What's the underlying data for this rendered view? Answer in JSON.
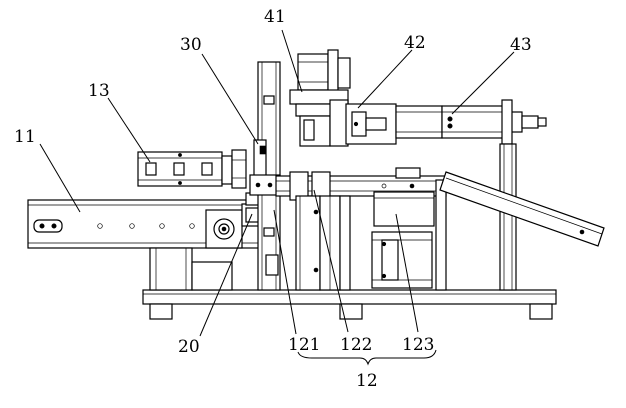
{
  "labels": {
    "l11": "11",
    "l13": "13",
    "l30": "30",
    "l41": "41",
    "l42": "42",
    "l43": "43",
    "l20": "20",
    "l121": "121",
    "l122": "122",
    "l123": "123",
    "l12": "12"
  },
  "components": {
    "conveyor": "conveyor-11",
    "feeder": "feeder-13",
    "bracket": "bracket-30",
    "motor": "motor-41",
    "cylinder_mount": "cylinder-mount-42",
    "air_cylinder": "air-cylinder-43",
    "drive_motor": "drive-motor-20",
    "station_121": "station-121",
    "station_122": "station-122",
    "station_123": "station-123",
    "station_group": "station-group-12",
    "chute": "discharge-chute"
  }
}
